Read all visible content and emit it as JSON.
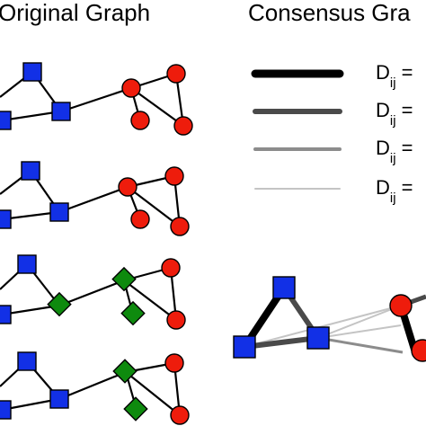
{
  "titles": {
    "left": "Original Graph",
    "right": "Consensus Gra"
  },
  "legend": {
    "items": [
      {
        "symbol": "D",
        "sub": "ij",
        "suffix": " =",
        "color": "#000000"
      },
      {
        "symbol": "D",
        "sub": "ij",
        "suffix": " =",
        "color": "#4a4a4a"
      },
      {
        "symbol": "D",
        "sub": "ij",
        "suffix": " =",
        "color": "#8c8c8c"
      },
      {
        "symbol": "D",
        "sub": "ij",
        "suffix": " =",
        "color": "#c4c4c4"
      }
    ]
  },
  "node_colors": {
    "square": "#1230e6",
    "circle": "#ee1c0c",
    "diamond": "#0e8a0e"
  }
}
